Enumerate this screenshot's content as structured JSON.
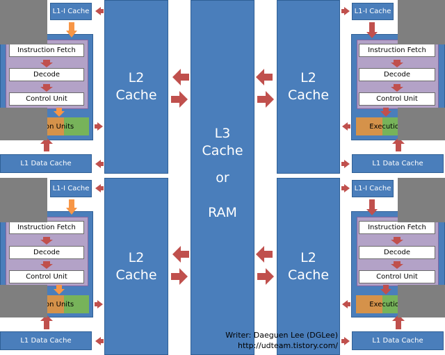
{
  "labels": {
    "l1i": "L1-I Cache",
    "l1d": "L1 Data Cache",
    "fetch": "Instruction Fetch",
    "decode": "Decode",
    "control": "Control Unit",
    "exec_left": "on Units",
    "exec_right": "Executio",
    "l2_line1": "L2",
    "l2_line2": "Cache",
    "l3_line1": "L3",
    "l3_line2": "Cache",
    "l3_or": "or",
    "l3_ram": "RAM",
    "writer": "Writer: Daeguen Lee (DGLee)",
    "url": "http://udteam.tistory.com/"
  },
  "colors": {
    "block_blue": "#4a7ebb",
    "core_purple": "#b3a2c7",
    "arrow_red": "#c0504d",
    "arrow_orange": "#f79646",
    "exec_orange": "#d5924a",
    "exec_green": "#77b35a",
    "overlay_grey": "#7f7f7f"
  }
}
